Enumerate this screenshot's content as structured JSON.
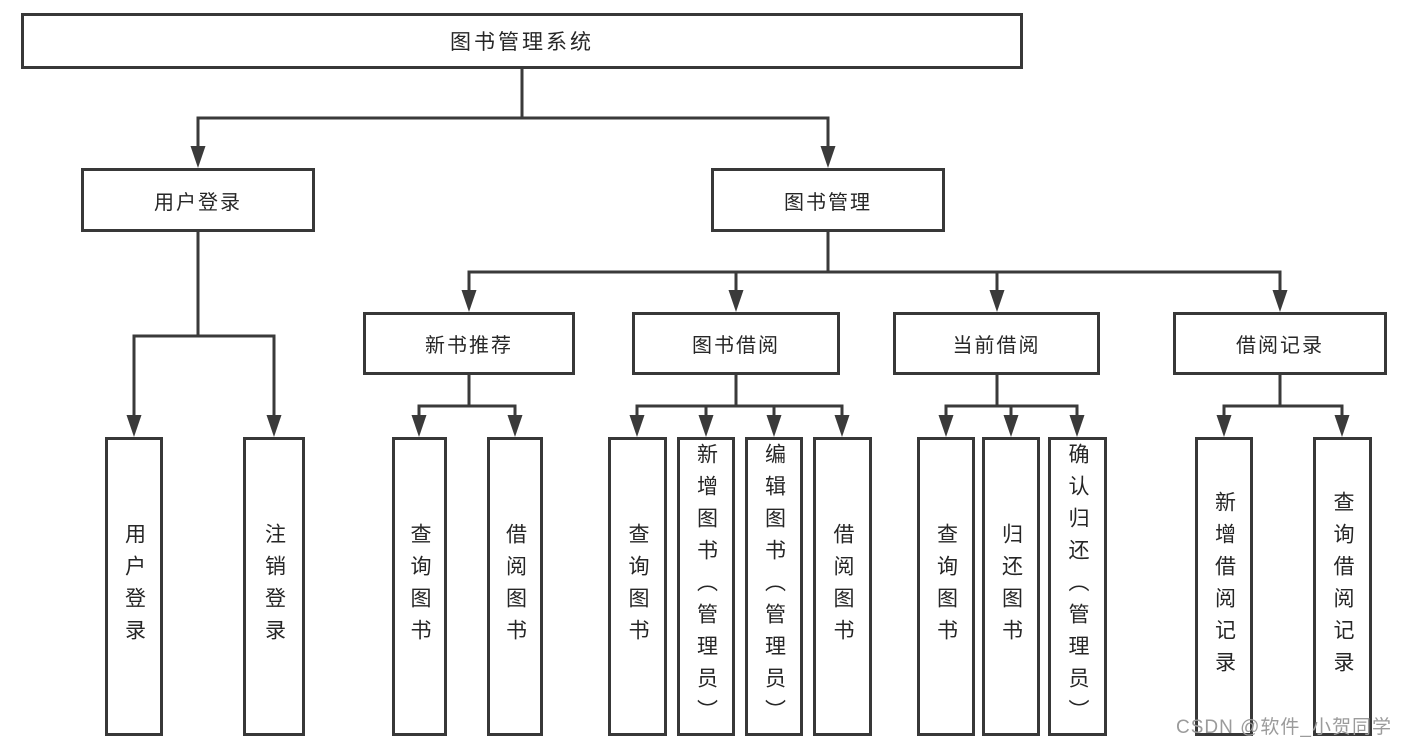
{
  "tree": {
    "root": "图书管理系统",
    "branches": [
      {
        "label": "用户登录",
        "leaves": [
          "用户登录",
          "注销登录"
        ]
      },
      {
        "label": "图书管理",
        "groups": [
          {
            "label": "新书推荐",
            "leaves": [
              "查询图书",
              "借阅图书"
            ]
          },
          {
            "label": "图书借阅",
            "leaves": [
              "查询图书",
              "新增图书（管理员）",
              "编辑图书（管理员）",
              "借阅图书"
            ]
          },
          {
            "label": "当前借阅",
            "leaves": [
              "查询图书",
              "归还图书",
              "确认归还（管理员）"
            ]
          },
          {
            "label": "借阅记录",
            "leaves": [
              "新增借阅记录",
              "查询借阅记录"
            ]
          }
        ]
      }
    ]
  },
  "watermark": "CSDN @软件_小贺同学",
  "colors": {
    "line": "#3a3a3a",
    "border": "#383838",
    "text": "#262626",
    "background": "#ffffff",
    "watermark": "#9b9b9b"
  }
}
